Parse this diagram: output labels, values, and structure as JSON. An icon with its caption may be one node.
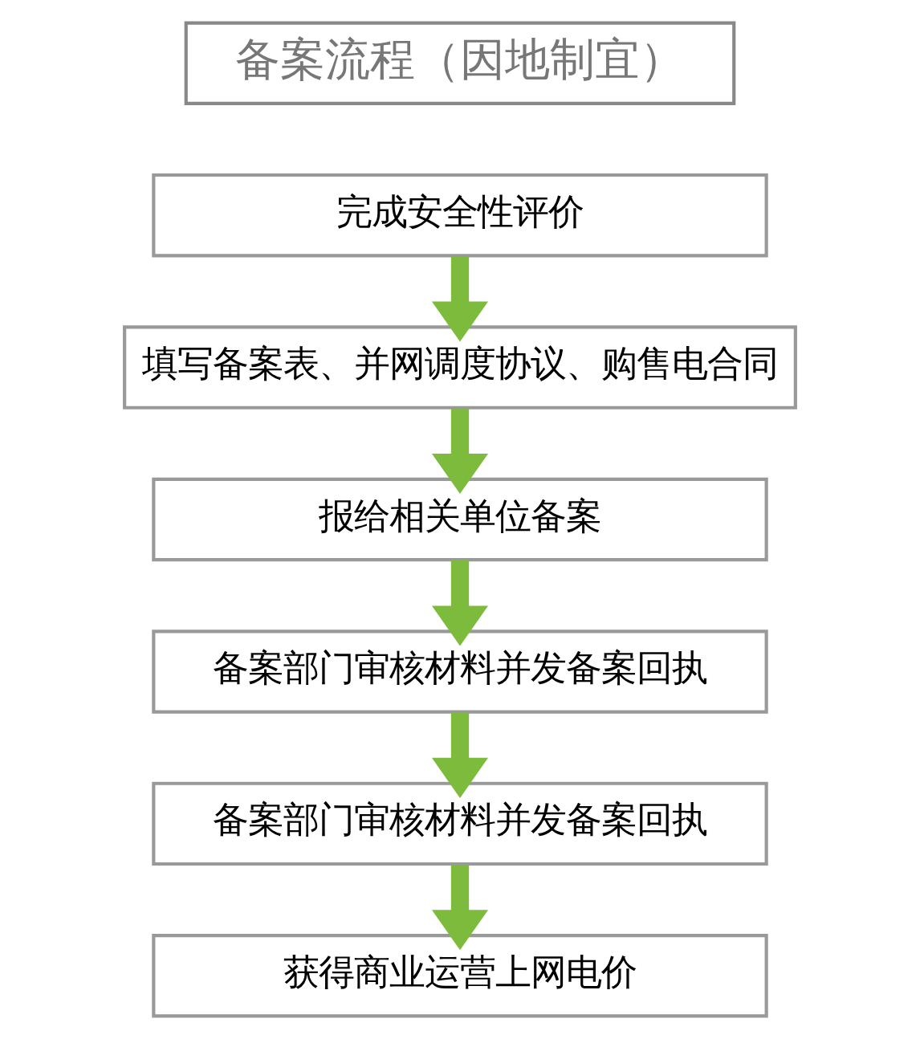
{
  "diagram": {
    "nodes": [
      {
        "text": [
          "备案流程（因地制宜）"
        ]
      },
      {
        "text": [
          "完成安全性评价"
        ]
      },
      {
        "text": [
          "填写备案表、并网调度协议、购售电合同"
        ]
      },
      {
        "text": [
          "报给相关单位备案"
        ]
      },
      {
        "text": [
          "备案部门审核材料并发备案回执"
        ]
      },
      {
        "text": [
          "备案部门审核材料并发备案回执"
        ]
      },
      {
        "text": [
          "获得商业运营上网电价"
        ]
      }
    ],
    "edges": [
      {
        "from": 1,
        "to": 2,
        "arrow": "to"
      },
      {
        "from": 2,
        "to": 3,
        "arrow": "to"
      },
      {
        "from": 3,
        "to": 4,
        "arrow": "to"
      },
      {
        "from": 4,
        "to": 5,
        "arrow": "to"
      },
      {
        "from": 5,
        "to": 6,
        "arrow": "to"
      }
    ]
  }
}
